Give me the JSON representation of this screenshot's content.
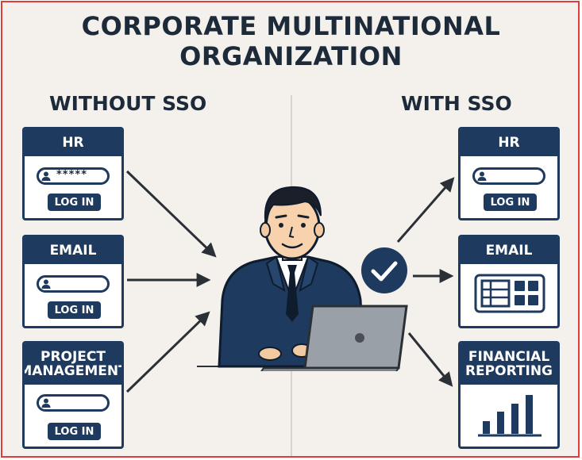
{
  "title_line1": "CORPORATE MULTINATIONAL",
  "title_line2": "ORGANIZATION",
  "left": {
    "heading": "WITHOUT SSO",
    "cards": [
      {
        "title": "HR",
        "password": "*****",
        "button": "LOG IN"
      },
      {
        "title": "EMAIL",
        "button": "LOG IN"
      },
      {
        "title_line1": "PROJECT",
        "title_line2": "MANAGEMENT",
        "button": "LOG IN"
      }
    ]
  },
  "right": {
    "heading": "WITH SSO",
    "cards": [
      {
        "title": "HR",
        "button": "LOG IN"
      },
      {
        "title": "EMAIL"
      },
      {
        "title_line1": "FINANCIAL",
        "title_line2": "REPORTING"
      }
    ]
  },
  "colors": {
    "navy": "#1f3a5f",
    "background": "#f4f1ec",
    "frame": "#e23b3b"
  },
  "icons": [
    "user-icon",
    "checkmark-icon",
    "dashboard-icon",
    "bar-chart-icon",
    "laptop-icon"
  ]
}
